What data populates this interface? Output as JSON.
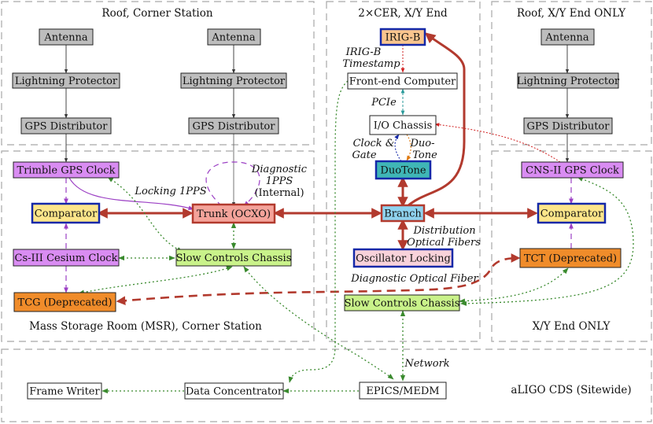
{
  "regions": {
    "roof_corner": "Roof, Corner Station",
    "cer": "2×CER, X/Y End",
    "roof_xy": "Roof, X/Y End ONLY",
    "msr": "Mass Storage Room (MSR), Corner Station",
    "xy_end": "X/Y End ONLY",
    "cds": "aLIGO CDS (Sitewide)"
  },
  "nodes": {
    "antenna_1": "Antenna",
    "antenna_2": "Antenna",
    "antenna_3": "Antenna",
    "lightning_1": "Lightning Protector",
    "lightning_2": "Lightning Protector",
    "lightning_3": "Lightning Protector",
    "gps_dist_1": "GPS Distributor",
    "gps_dist_2": "GPS Distributor",
    "gps_dist_3": "GPS Distributor",
    "trimble": "Trimble GPS Clock",
    "comparator_msr": "Comparator",
    "cesium": "Cs-III Cesium Clock",
    "tcg": "TCG (Deprecated)",
    "trunk": "Trunk (OCXO)",
    "slow_msr": "Slow Controls Chassis",
    "irigb": "IRIG-B",
    "fe_computer": "Front-end Computer",
    "io_chassis": "I/O Chassis",
    "duotone": "DuoTone",
    "branch": "Branch",
    "osc_locking": "Oscillator Locking",
    "slow_cer": "Slow Controls Chassis",
    "cns": "CNS-II GPS Clock",
    "comparator_end": "Comparator",
    "tct": "TCT (Deprecated)",
    "frame_writer": "Frame Writer",
    "data_conc": "Data Concentrator",
    "epics": "EPICS/MEDM"
  },
  "edge_labels": {
    "diag_1": "Diagnostic",
    "diag_2": "1PPS",
    "diag_3": "(Internal)",
    "locking": "Locking 1PPS",
    "irig_1": "IRIG-B",
    "irig_2": "Timestamp",
    "pcie": "PCIe",
    "clock_1": "Clock &",
    "clock_2": "Gate",
    "duo_1": "Duo-",
    "duo_2": "Tone",
    "dist_1": "Distribution",
    "dist_2": "Optical Fibers",
    "diag_fiber": "Diagnostic Optical Fiber",
    "network": "Network"
  },
  "colors": {
    "gray": "#bdbdbd",
    "purple": "#d98cf2",
    "yellow": "#fde68a",
    "orange": "#f08c2a",
    "salmon": "#f4a39a",
    "green": "#c9f28a",
    "teal": "#3fb6b6",
    "lightblue": "#8fd3ef",
    "pink": "#f8d2da",
    "peach": "#f9c58e",
    "brick": "#b23a2e",
    "dotgreen": "#3a8a2e",
    "blueborder": "#1428a8"
  }
}
